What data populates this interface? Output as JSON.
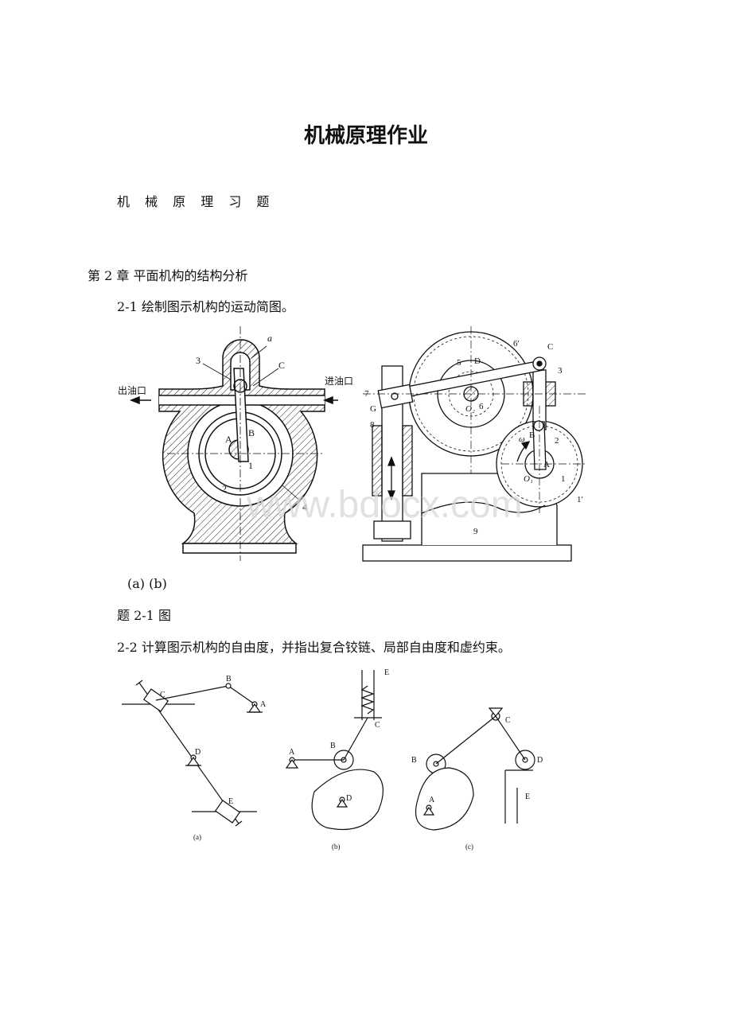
{
  "document": {
    "title": "机械原理作业",
    "subtitle": "机 械 原 理 习 题",
    "chapter": "第 2 章 平面机构的结构分析",
    "problem_2_1": "2-1 绘制图示机构的运动简图。",
    "fig_2_1_sublabels": "(a)   (b)",
    "fig_2_1_caption": "题 2-1 图",
    "problem_2_2": "2-2 计算图示机构的自由度，并指出复合铰链、局部自由度和虚约束。",
    "watermark": "www.bdocx.com"
  },
  "figure_2_1a": {
    "outlet": "出油口",
    "inlet": "进油口",
    "labels": {
      "a": "a",
      "n3": "3",
      "C": "C",
      "A": "A",
      "B": "B",
      "n1": "1",
      "n2": "2",
      "n4": "4"
    }
  },
  "figure_2_1b": {
    "labels": {
      "n6p": "6′",
      "C": "C",
      "D": "D",
      "n5": "5",
      "n3": "3",
      "n7": "7",
      "G": "G",
      "O2": "O₂",
      "n6": "6",
      "n8": "8",
      "B": "B",
      "omega": "ω",
      "n2": "2",
      "A": "A",
      "O1": "O₁",
      "n1": "1",
      "n1p": "1′",
      "n9": "9"
    }
  },
  "figure_2_2": {
    "a": {
      "C": "C",
      "B": "B",
      "A": "A",
      "D": "D",
      "E": "E",
      "caption": "(a)"
    },
    "b": {
      "E": "E",
      "C": "C",
      "A": "A",
      "B": "B",
      "D": "D",
      "caption": "(b)"
    },
    "c": {
      "C": "C",
      "B": "B",
      "D": "D",
      "A": "A",
      "E": "E",
      "caption": "(c)"
    }
  }
}
